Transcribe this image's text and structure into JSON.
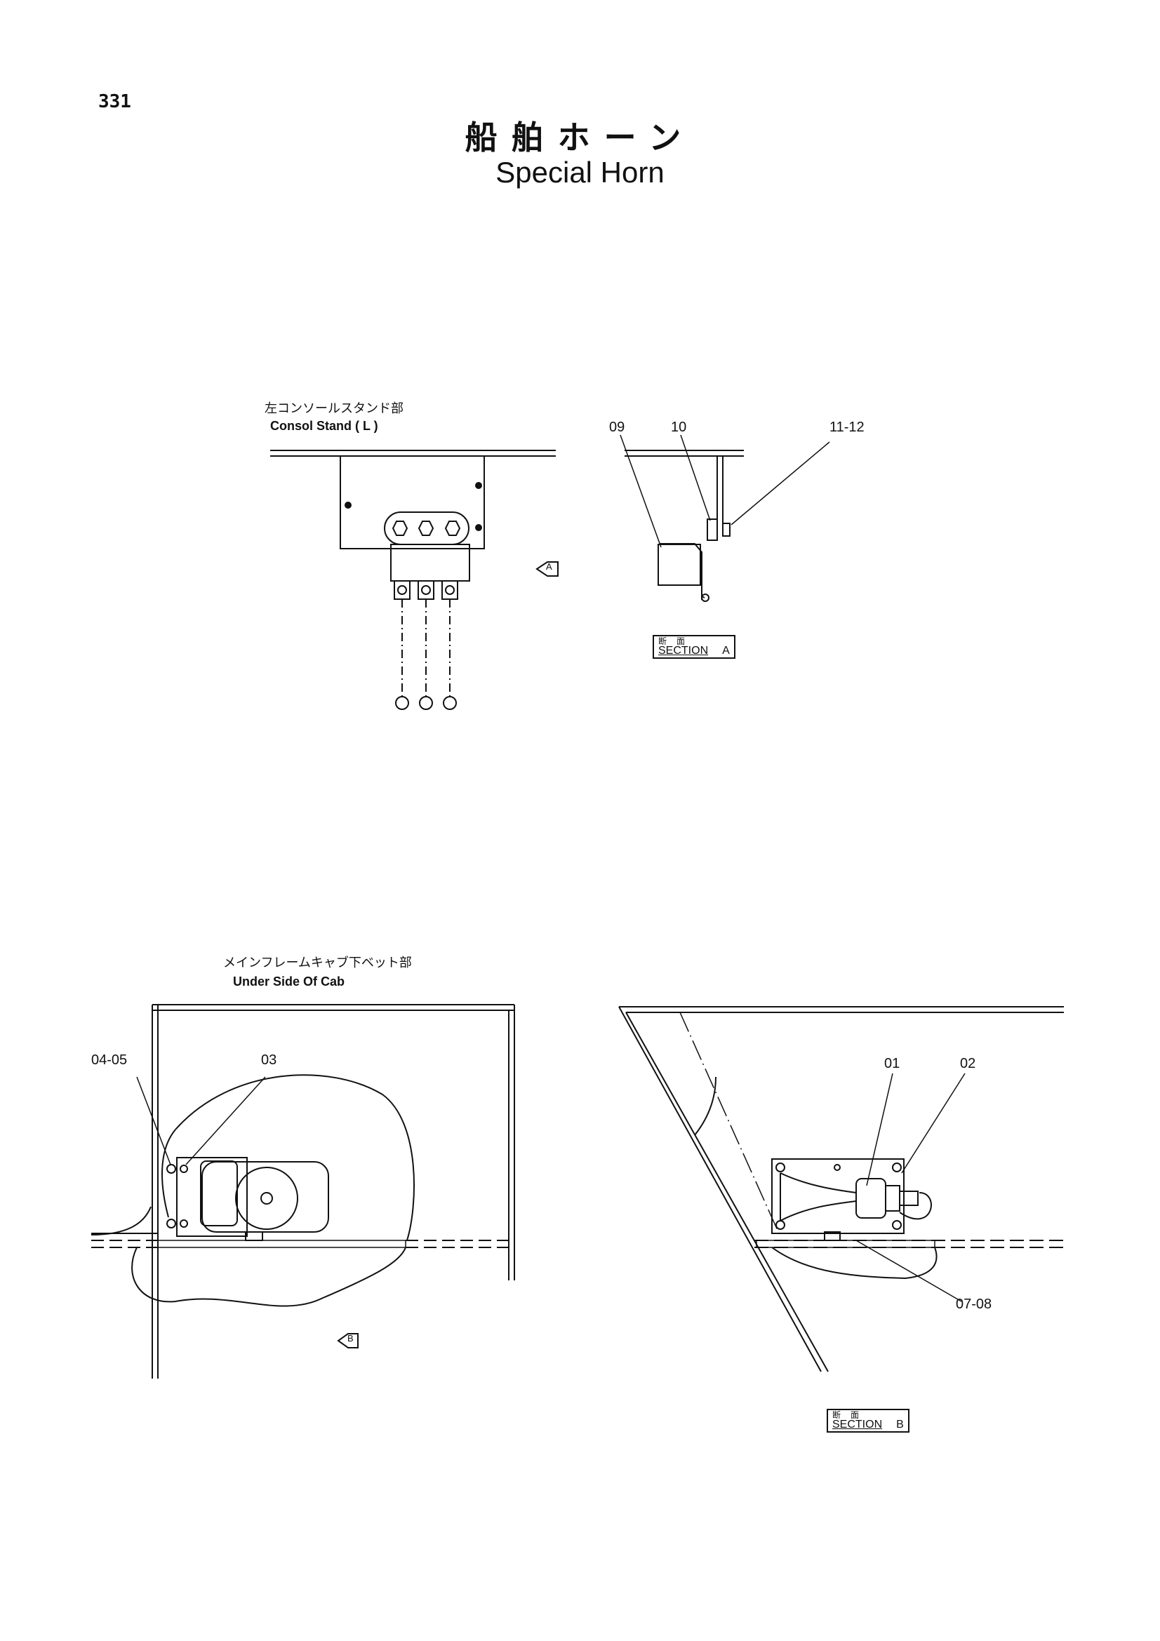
{
  "page_number": "331",
  "title_jp": "船舶ホーン",
  "title_en": "Special Horn",
  "views": {
    "consol": {
      "caption_jp": "左コンソールスタンド部",
      "caption_en": "Consol Stand ( L )",
      "arrow": "A"
    },
    "section_a": {
      "labels": [
        "09",
        "10",
        "11-12"
      ],
      "section_jp": "断面",
      "section_word": "SECTION",
      "section_letter": "A"
    },
    "cab": {
      "caption_jp": "メインフレームキャブ下ベット部",
      "caption_en": "Under Side Of Cab",
      "labels": [
        "04-05",
        "03"
      ],
      "arrow": "B"
    },
    "section_b": {
      "labels": [
        "01",
        "02",
        "07-08"
      ],
      "section_jp": "断面",
      "section_word": "SECTION",
      "section_letter": "B"
    }
  }
}
